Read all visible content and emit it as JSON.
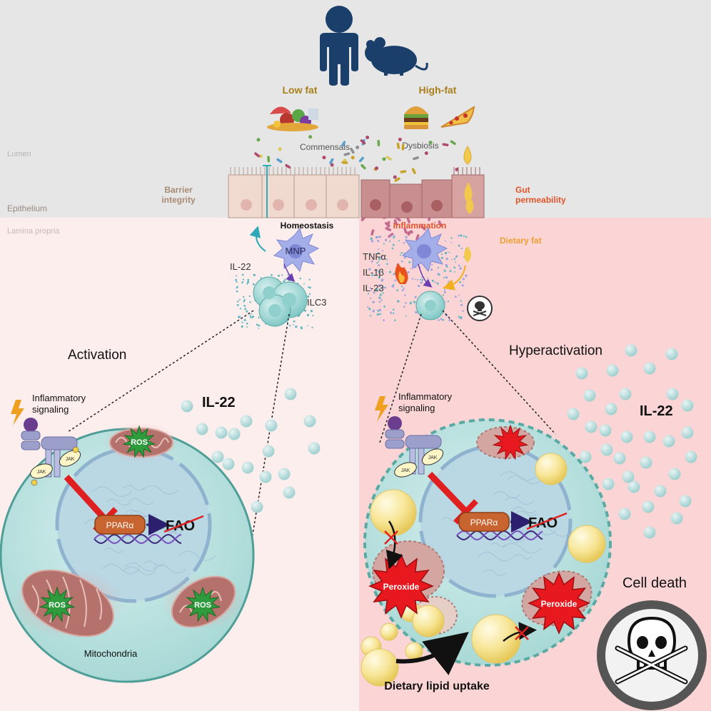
{
  "layers": {
    "lumen": "Lumen",
    "epithelium": "Epithelium",
    "lamina_propria": "Lamina propria"
  },
  "diet": {
    "low_fat": "Low fat",
    "high_fat": "High-fat",
    "commensals": "Commensals",
    "dysbiosis": "Dysbiosis"
  },
  "epithelium_labels": {
    "barrier_integrity": [
      "Barrier",
      "integrity"
    ],
    "gut_permeability": [
      "Gut",
      "permeability"
    ]
  },
  "left_panel": {
    "homeostasis": "Homeostasis",
    "mnp": "MNP",
    "il22_small": "IL-22",
    "ilc3": "ILC3",
    "activation": "Activation",
    "il22_large": "IL-22",
    "inflammatory_signaling": [
      "Inflammatory",
      "signaling"
    ],
    "jak": "JAK",
    "ppara": "PPARα",
    "fao": "FAO",
    "ros": "ROS",
    "mitochondria": "Mitochondria"
  },
  "right_panel": {
    "inflammation": "Inflammation",
    "dietary_fat": "Dietary fat",
    "tnfa": "TNFα",
    "il1b": "IL-1β",
    "il23": "IL-23",
    "hyperactivation": "Hyperactivation",
    "il22_large": "IL-22",
    "inflammatory_signaling": [
      "Inflammatory",
      "signaling"
    ],
    "jak": "JAK",
    "ppara": "PPARα",
    "fao": "FAO",
    "peroxide": "Peroxide",
    "cell_death": "Cell death",
    "dietary_lipid_uptake": "Dietary lipid uptake"
  },
  "icons": [
    "human-icon",
    "mouse-icon",
    "vegetables-icon",
    "burger-icon",
    "pizza-icon",
    "fat-droplet-icon",
    "lightning-icon",
    "fire-icon",
    "skull-icon"
  ],
  "colors": {
    "lumen_bg": "#e6e6e6",
    "left_bg": "#fdeeee",
    "right_bg": "#fbd5d6",
    "cell_fill": "#bfe3e2",
    "cell_border": "#5aa9a3",
    "ppar": "#c8642f",
    "inhibit": "#e02020",
    "ros": "#2e9b3d",
    "peroxide": "#e8191e",
    "lipid": "#f6e08a",
    "diet_label": "#a97f1a",
    "alert_label": "#e2532a",
    "person": "#1b3f6b"
  }
}
